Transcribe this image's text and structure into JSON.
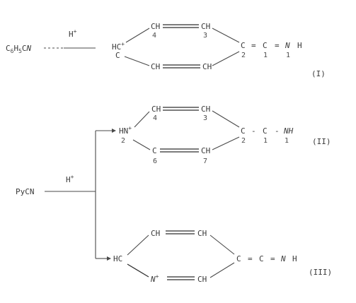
{
  "reaction1": {
    "reactant": {
      "main_a": "C",
      "sub_a": "6",
      "main_b": "H",
      "sub_b": "5",
      "main_c": "C",
      "main_d": "N"
    },
    "reagent": "H",
    "reagent_charge": "+",
    "ring": {
      "n_atom": "HC",
      "n_charge": "+",
      "n_atom_lower": "C",
      "c4": "CH",
      "c4_num": "4",
      "c3": "CH",
      "c3_num": "3",
      "c_lower_left": "CH",
      "c_lower_right": "CH",
      "c2": "C",
      "c2_num": "2"
    },
    "tail": {
      "c": "C",
      "c_num": "1",
      "n": "N",
      "h": "H",
      "n_num": "1",
      "eq1": "=",
      "eq2": "="
    },
    "label": "(I)"
  },
  "reaction2": {
    "reactant": "PyCN",
    "reagent": "H",
    "reagent_charge": "+",
    "product_II": {
      "n_atom": "HN",
      "n_charge": "+",
      "n_num": "2",
      "c4": "CH",
      "c4_num": "4",
      "c3": "CH",
      "c3_num": "3",
      "c6": "C",
      "c6_num": "6",
      "c7": "CH",
      "c7_num": "7",
      "c2": "C",
      "c2_num": "2",
      "tail": {
        "c": "C",
        "c_num": "1",
        "n": "NH",
        "n_num": "1",
        "eq1": "-",
        "eq2": "-"
      },
      "label": "(II)"
    },
    "product_III": {
      "left": "HC",
      "top_left": "CH",
      "top_right": "CH",
      "n_atom": "N",
      "n_charge": "+",
      "bottom_right": "CH",
      "c": "C",
      "c2": "C",
      "n": "N",
      "h": "H",
      "eq1": "=",
      "eq2": "=",
      "label": "(III)"
    }
  }
}
